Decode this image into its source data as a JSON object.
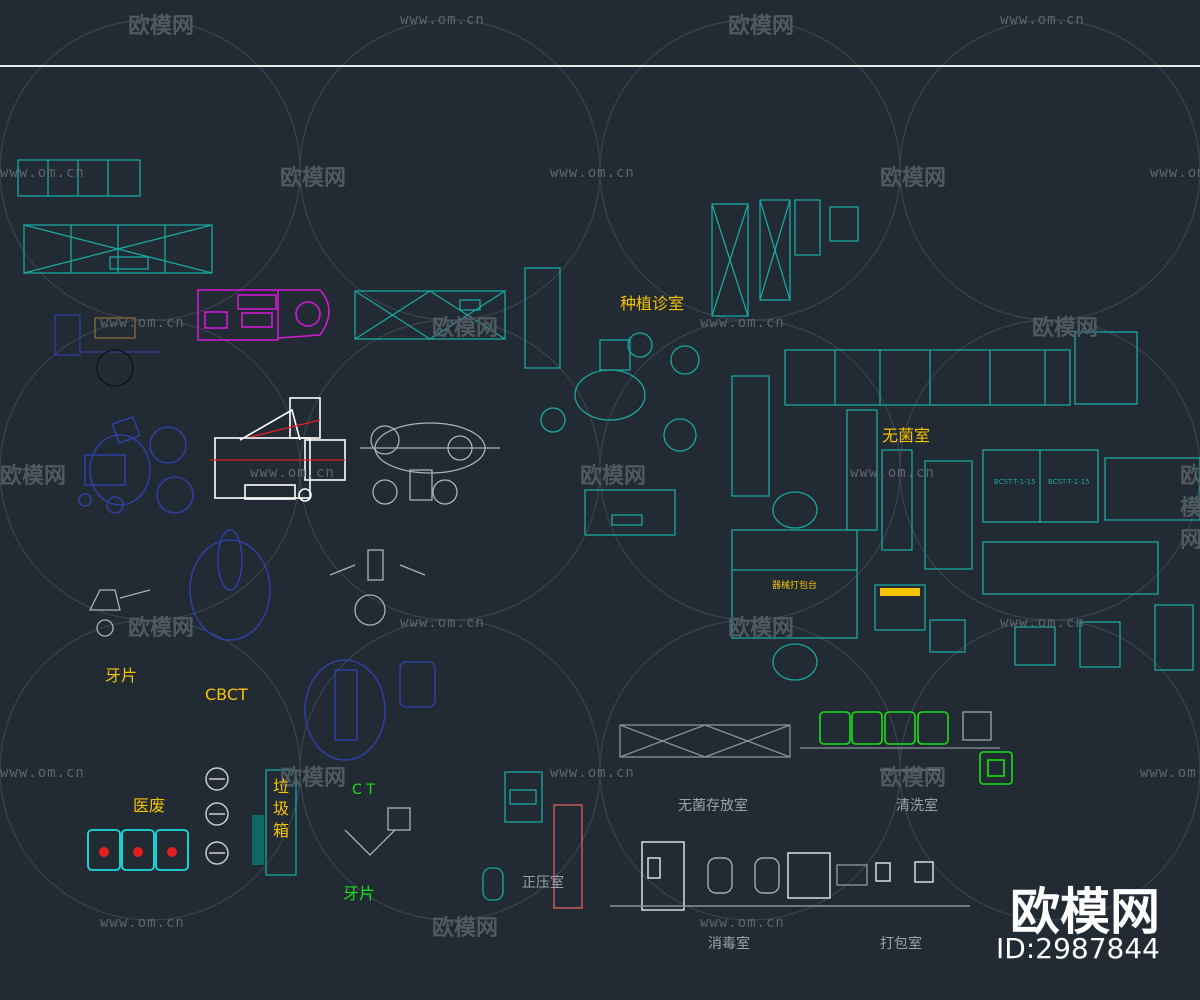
{
  "rooms": {
    "implant": "种植诊室",
    "sterile": "无菌室",
    "xray_left": "牙片",
    "cbct": "CBCT",
    "medical_waste": "医废",
    "garbage_bin_chars": [
      "垃",
      "圾",
      "箱"
    ],
    "ct": "C T",
    "xray_bottom": "牙片",
    "positive_pressure": "正压室",
    "sterile_storage": "无菌存放室",
    "cleaning": "清洗室",
    "disinfection": "消毒室",
    "packing": "打包室"
  },
  "equipment_text": {
    "dry_bar": "器械打包台",
    "cabinet_code_a": "BCST-T-1-15",
    "cabinet_code_b": "BCST-T-1-15"
  },
  "watermark": {
    "url": "www.om.cn",
    "logo_text": "欧模网"
  },
  "brand": {
    "name": "欧模网",
    "id": "ID:2987844"
  },
  "colors": {
    "background": "#222a33",
    "cyan": "#1aa7a0",
    "white": "#ffffff",
    "magenta": "#d01ad0",
    "blue": "#2e3f9e",
    "yellow": "#f5c400",
    "green": "#18e018",
    "red": "#e02020"
  }
}
